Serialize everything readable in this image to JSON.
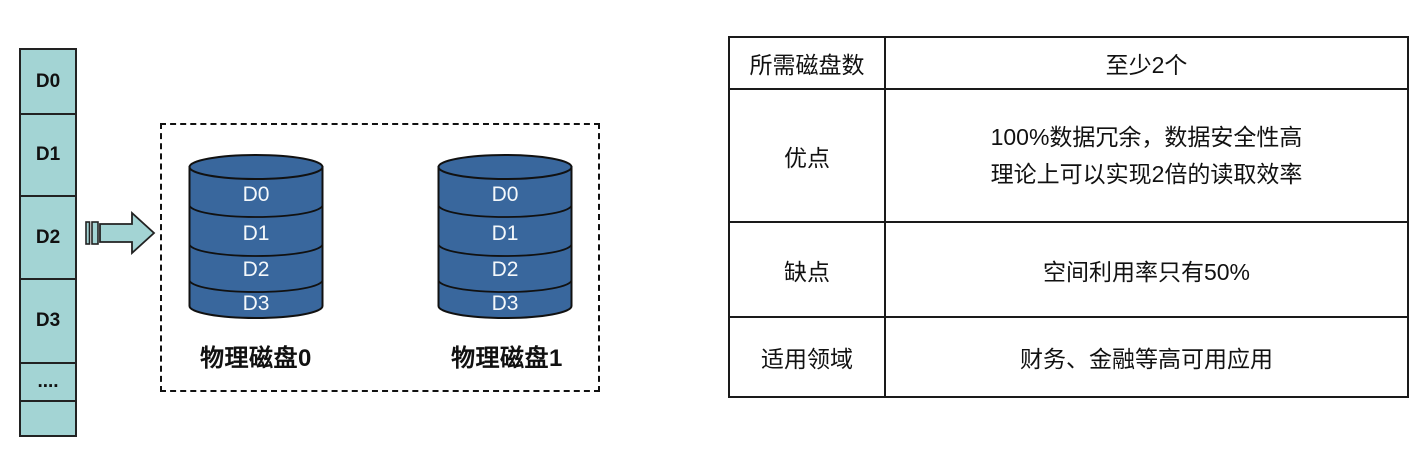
{
  "diagram": {
    "stack_blocks": [
      "D0",
      "D1",
      "D2",
      "D3",
      "....",
      ""
    ],
    "disks": [
      {
        "label": "物理磁盘0",
        "segments": [
          "D0",
          "D1",
          "D2",
          "D3"
        ]
      },
      {
        "label": "物理磁盘1",
        "segments": [
          "D0",
          "D1",
          "D2",
          "D3"
        ]
      }
    ]
  },
  "table": {
    "rows": [
      {
        "label": "所需磁盘数",
        "value": "至少2个"
      },
      {
        "label": "优点",
        "lines": [
          "100%数据冗余，数据安全性高",
          "理论上可以实现2倍的读取效率"
        ]
      },
      {
        "label": "缺点",
        "value": "空间利用率只有50%"
      },
      {
        "label": "适用领域",
        "value": "财务、金融等高可用应用"
      }
    ]
  },
  "colors": {
    "block_fill": "#a3d4d4",
    "disk_fill": "#39679d",
    "disk_text": "#f4f8fb",
    "line": "#1a1a1a"
  }
}
